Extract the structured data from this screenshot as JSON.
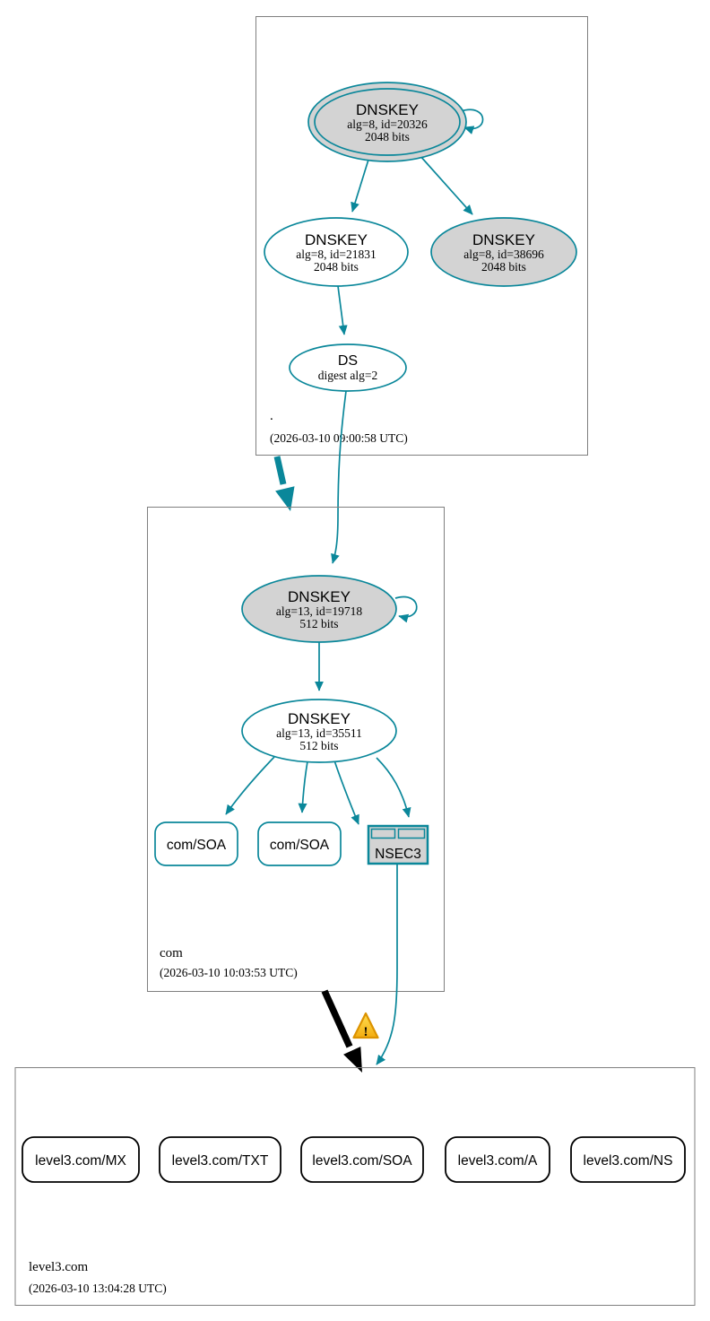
{
  "colors": {
    "secure_teal": "#0a879a",
    "key_fill_gray": "#d3d3d3",
    "node_fill_white": "#ffffff",
    "zone_box_border": "#7f7f7f",
    "insecure_black": "#000000",
    "warning_fill_top": "#ffdf52",
    "warning_fill_bottom": "#f3ac0f",
    "warning_border": "#dc9300"
  },
  "icons": {
    "warning_glyph": "!"
  },
  "zones": {
    "root": {
      "label": ".",
      "timestamp": "(2026-03-10 09:00:58 UTC)",
      "ksk": {
        "title": "DNSKEY",
        "attrs": "alg=8, id=20326",
        "size": "2048 bits"
      },
      "zsk": {
        "title": "DNSKEY",
        "attrs": "alg=8, id=21831",
        "size": "2048 bits"
      },
      "key38696": {
        "title": "DNSKEY",
        "attrs": "alg=8, id=38696",
        "size": "2048 bits"
      },
      "ds": {
        "title": "DS",
        "attrs": "digest alg=2"
      }
    },
    "com": {
      "label": "com",
      "timestamp": "(2026-03-10 10:03:53 UTC)",
      "ksk": {
        "title": "DNSKEY",
        "attrs": "alg=13, id=19718",
        "size": "512 bits"
      },
      "zsk": {
        "title": "DNSKEY",
        "attrs": "alg=13, id=35511",
        "size": "512 bits"
      },
      "soa1": {
        "label": "com/SOA"
      },
      "soa2": {
        "label": "com/SOA"
      },
      "nsec3": {
        "label": "NSEC3"
      }
    },
    "level3": {
      "label": "level3.com",
      "timestamp": "(2026-03-10 13:04:28 UTC)",
      "rrsets": [
        {
          "label": "level3.com/MX"
        },
        {
          "label": "level3.com/TXT"
        },
        {
          "label": "level3.com/SOA"
        },
        {
          "label": "level3.com/A"
        },
        {
          "label": "level3.com/NS"
        }
      ]
    }
  }
}
